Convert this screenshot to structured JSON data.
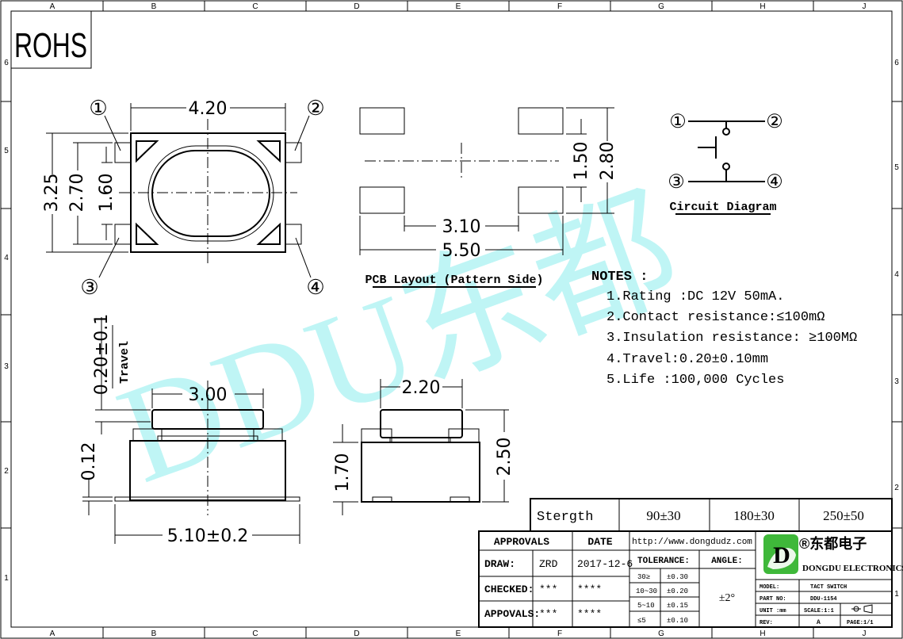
{
  "grid": {
    "columns": [
      "A",
      "B",
      "C",
      "D",
      "E",
      "F",
      "G",
      "H",
      "J"
    ],
    "rows": [
      "6",
      "5",
      "4",
      "3",
      "2",
      "1"
    ]
  },
  "rohs": "ROHS",
  "watermark": "DDU东都",
  "pins": [
    "①",
    "②",
    "③",
    "④"
  ],
  "top_view": {
    "width": "4.20",
    "height_outer": "3.25",
    "height_mid": "2.70",
    "height_inner": "1.60"
  },
  "pcb": {
    "dim_a": "1.50",
    "dim_b": "2.80",
    "dim_c": "3.10",
    "dim_d": "5.50",
    "caption": "PCB Layout (Pattern Side)"
  },
  "circuit": {
    "caption": "Circuit Diagram"
  },
  "notes": {
    "title": "NOTES :",
    "items": [
      "1.Rating :DC 12V 50mA.",
      "2.Contact resistance:≤100mΩ",
      "3.Insulation resistance: ≥100MΩ",
      "4.Travel:0.20±0.10mm",
      "5.Life :100,000 Cycles"
    ]
  },
  "side_view": {
    "travel_value": "0.20±0.1",
    "travel_label": "Travel",
    "actuator": "3.00",
    "height": "0.12",
    "base": "5.10±0.2"
  },
  "end_view": {
    "actuator": "2.20",
    "height_a": "1.70",
    "height_b": "2.50"
  },
  "strength_table": {
    "label": "Stergth",
    "values": [
      "90±30",
      "180±30",
      "250±50"
    ]
  },
  "title_block": {
    "approvals": "APPROVALS",
    "date_label": "DATE",
    "draw_label": "DRAW:",
    "draw_name": "ZRD",
    "draw_date": "2017-12-6",
    "checked_label": "CHECKED:",
    "checked_name": "***",
    "checked_date": "****",
    "appovals_label": "APPOVALS:",
    "appovals_name": "***",
    "appovals_date": "****",
    "url": "http://www.dongdudz.com",
    "tolerance_label": "TOLERANCE:",
    "angle_label": "ANGLE:",
    "angle_value": "±2°",
    "tolerances": [
      {
        "range": "30≥",
        "value": "±0.30"
      },
      {
        "range": "10~30",
        "value": "±0.20"
      },
      {
        "range": "5~10",
        "value": "±0.15"
      },
      {
        "range": "≤5",
        "value": "±0.10"
      }
    ],
    "company_cn": "®东都电子",
    "company_en": "DONGDU ELECTRONICS",
    "model_label": "MODEL:",
    "model_value": "TACT SWITCH",
    "part_label": "PART NO:",
    "part_value": "DDU-1154",
    "unit_label": "UNIT :mm",
    "scale_label": "SCALE:1:1",
    "rev_label": "REV:",
    "rev_value": "A",
    "page_label": "PAGE:1/1",
    "logo_letter": "D",
    "logo_color": "#3fb83a"
  }
}
